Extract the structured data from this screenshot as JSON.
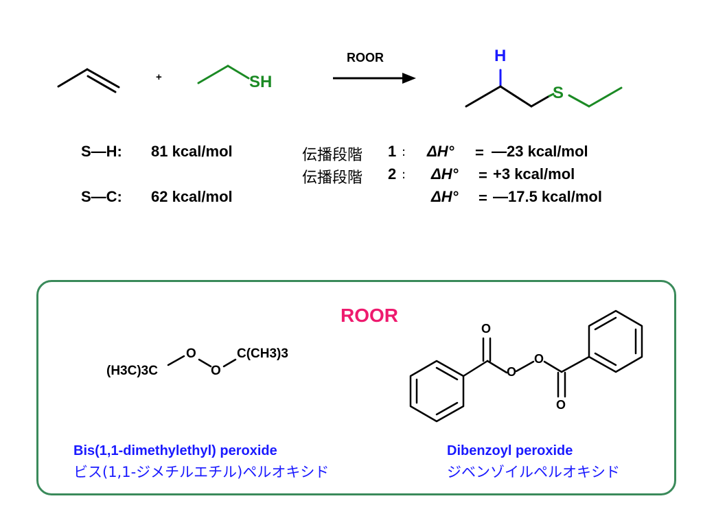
{
  "reaction": {
    "plus": "+",
    "thiol_sh": "SH",
    "reagent": "ROOR",
    "product_h": "H",
    "product_s": "S"
  },
  "bond_energies": [
    {
      "label": "S—H:",
      "value": "81 kcal/mol"
    },
    {
      "label": "S—C:",
      "value": "62 kcal/mol"
    }
  ],
  "enthalpy": [
    {
      "step": "伝播段階",
      "num": "1",
      "sep": ":",
      "symbol": "ΔH°",
      "eq": "=",
      "value": "—23 kcal/mol"
    },
    {
      "step": "伝播段階",
      "num": "2",
      "sep": ":",
      "symbol": "ΔH°",
      "eq": "=",
      "value": "+3 kcal/mol"
    },
    {
      "step": "",
      "num": "",
      "sep": "",
      "symbol": "ΔH°",
      "eq": "=",
      "value": "—17.5 kcal/mol"
    }
  ],
  "box": {
    "title": "ROOR",
    "peroxide1": {
      "left_group": "(H3C)3C",
      "o1": "O",
      "o2": "O",
      "right_group": "C(CH3)3",
      "name_en": "Bis(1,1-dimethylethyl) peroxide",
      "name_jp": "ビス(1,1-ジメチルエチル)ペルオキシド"
    },
    "peroxide2": {
      "o_top": "O",
      "o_bridge1": "O",
      "o_bridge2": "O",
      "o_bottom": "O",
      "name_en": "Dibenzoyl peroxide",
      "name_jp": "ジベンゾイルペルオキシド"
    }
  },
  "colors": {
    "thiol": "#1b8a24",
    "hydrogen": "#1a1aff",
    "roor_title": "#ee1a6e",
    "box_border": "#3a8a5a",
    "names": "#1a1aff"
  }
}
